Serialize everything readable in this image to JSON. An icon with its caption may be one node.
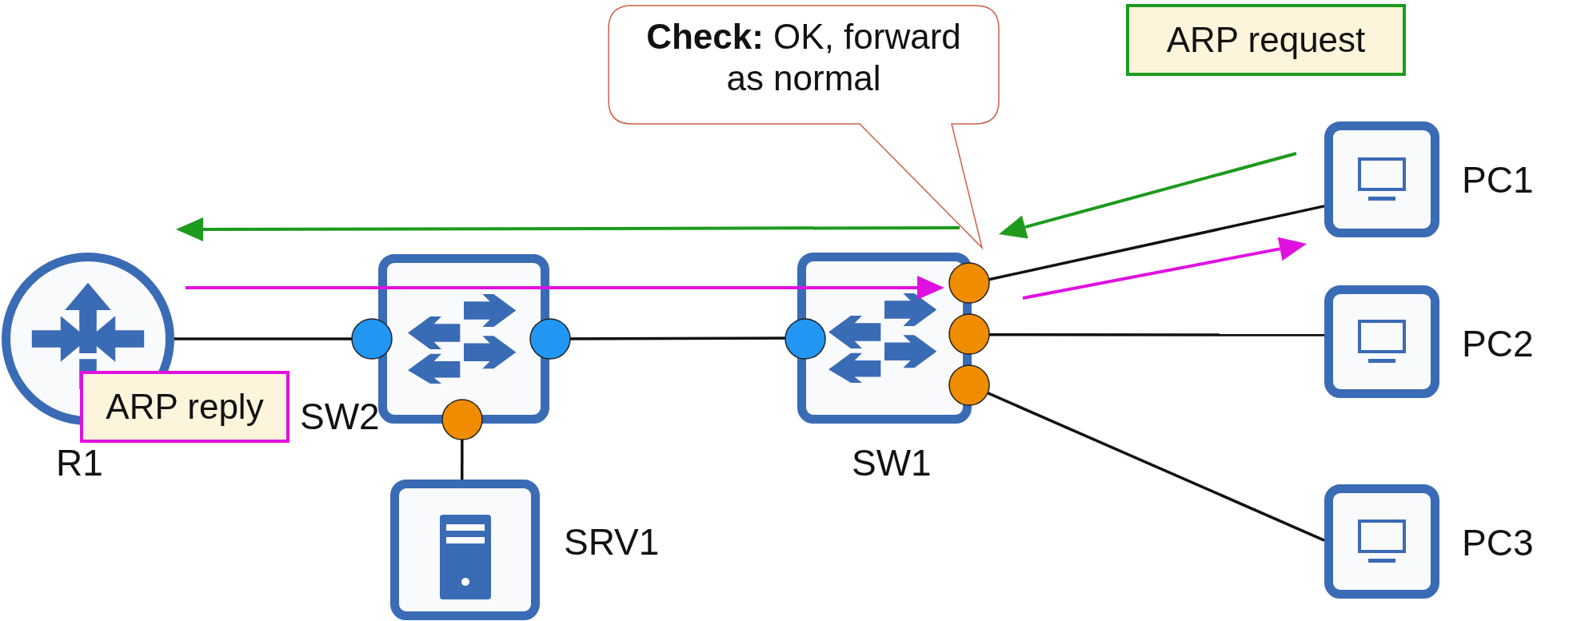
{
  "diagram": {
    "nodes": [
      {
        "text": [
          "**Check:** OK, forward as normal"
        ]
      },
      {
        "text": [
          "ARP request"
        ]
      },
      {
        "text": [
          "PC1"
        ]
      },
      {
        "text": [
          "R1"
        ]
      },
      {
        "text": [
          "SW2"
        ]
      },
      {
        "text": [
          "SW1"
        ]
      },
      {
        "text": [
          "PC2"
        ]
      },
      {
        "text": [
          "ARP reply"
        ]
      },
      {
        "text": [
          "SRV1"
        ]
      },
      {
        "text": [
          "PC3"
        ]
      }
    ],
    "edges": [
      {
        "from": 3,
        "to": 4,
        "arrow": "none"
      },
      {
        "from": 4,
        "to": 5,
        "arrow": "none"
      },
      {
        "from": 4,
        "to": 8,
        "arrow": "none"
      },
      {
        "from": 5,
        "to": 2,
        "arrow": "none"
      },
      {
        "from": 5,
        "to": 6,
        "arrow": "none"
      },
      {
        "from": 5,
        "to": 9,
        "arrow": "none"
      }
    ]
  }
}
